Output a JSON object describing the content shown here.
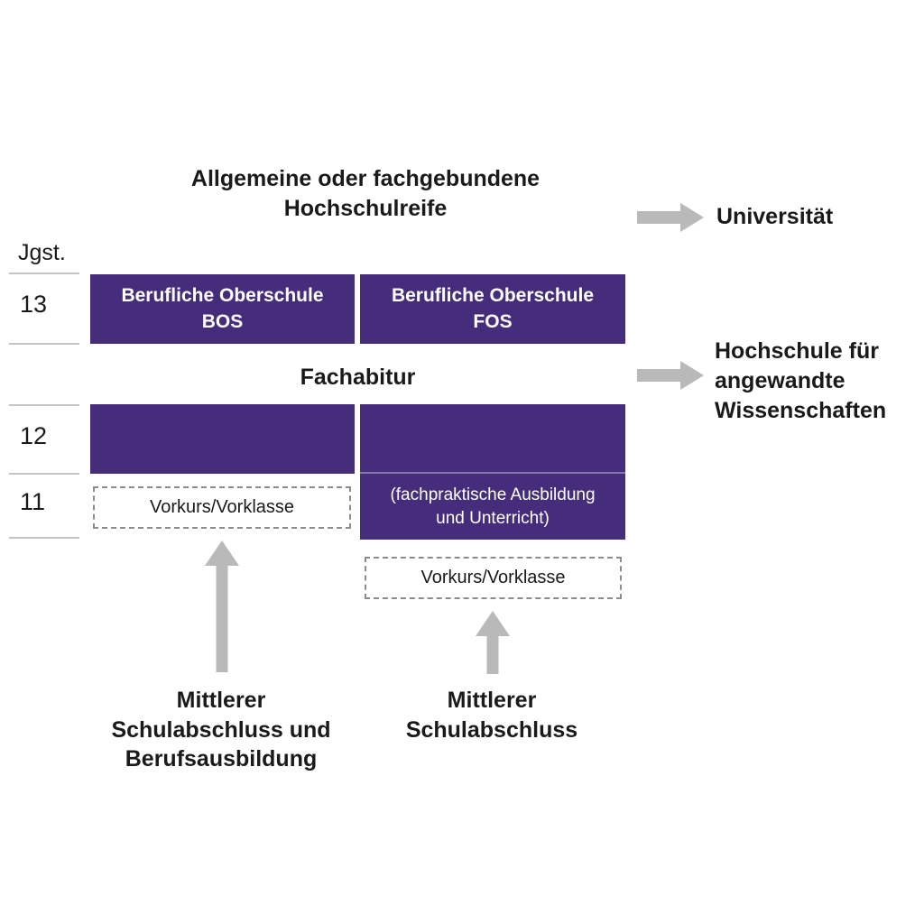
{
  "title": {
    "line1": "Allgemeine oder fachgebundene",
    "line2": "Hochschulreife"
  },
  "grades": {
    "header": "Jgst.",
    "levels": [
      "13",
      "12",
      "11"
    ]
  },
  "schools": {
    "bos": {
      "line1": "Berufliche Oberschule",
      "line2": "BOS"
    },
    "fos": {
      "line1": "Berufliche Oberschule",
      "line2": "FOS"
    },
    "fos_lower": {
      "line1": "(fachpraktische Ausbildung",
      "line2": "und Unterricht)"
    }
  },
  "fachabitur": {
    "label": "Fachabitur"
  },
  "vorkurs": {
    "left_label": "Vorkurs/Vorklasse",
    "right_label": "Vorkurs/Vorklasse"
  },
  "destinations": {
    "universitaet": {
      "label": "Universität"
    },
    "hochschule": {
      "line1": "Hochschule für",
      "line2": "angewandte",
      "line3": "Wissenschaften"
    }
  },
  "entry_requirements": {
    "left": {
      "line1": "Mittlerer",
      "line2": "Schulabschluss und",
      "line3": "Berufsausbildung"
    },
    "right": {
      "line1": "Mittlerer",
      "line2": "Schulabschluss"
    }
  },
  "colors": {
    "purple": "#462d7c",
    "arrow_gray": "#b9b9b9",
    "dashed_border": "#8c8c8c",
    "rail_line": "#c4c4c4",
    "text": "#1a1a1a"
  }
}
